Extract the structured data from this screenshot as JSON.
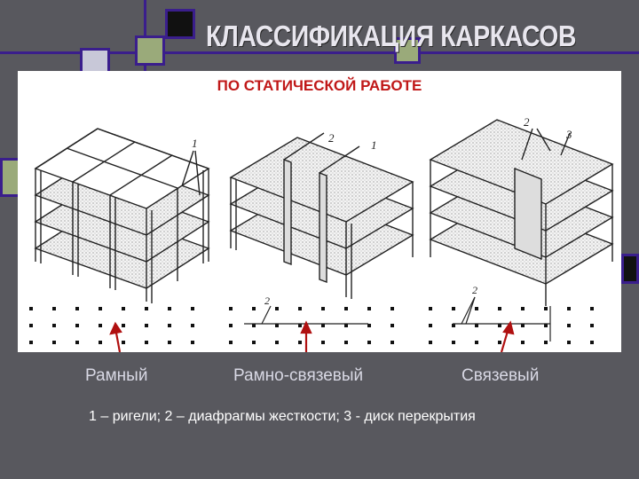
{
  "slide": {
    "title": "КЛАССИФИКАЦИЯ КАРКАСОВ",
    "subtitle": "ПО СТАТИЧЕСКОЙ РАБОТЕ",
    "labels": {
      "frame_beams": "1",
      "diaphragm": "2",
      "floor_disk": "3"
    },
    "captions": {
      "frame": "Рамный",
      "frame_braced": "Рамно-связевый",
      "braced": "Связевый"
    },
    "legend": "1 – ригели; 2 – диафрагмы жесткости; 3 - диск перекрытия"
  },
  "colors": {
    "background": "#58585e",
    "title": "#e8e6ee",
    "subtitle": "#c01818",
    "arrow": "#b01010",
    "caption": "#d8d8e4",
    "deco_line": "#3a1e8c"
  }
}
